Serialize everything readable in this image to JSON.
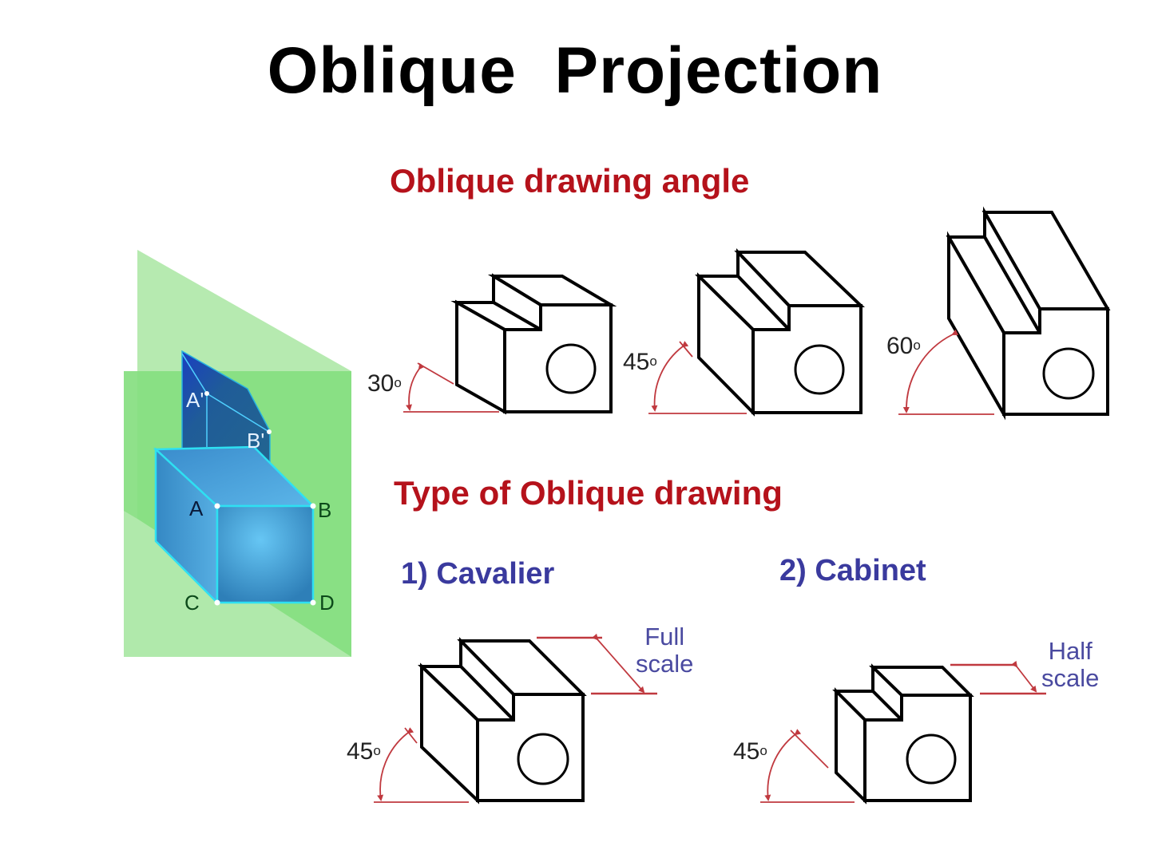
{
  "title": "Oblique  Projection",
  "sections": {
    "angle": {
      "heading": "Oblique drawing angle",
      "figures": [
        {
          "angle": "30",
          "unit": "o"
        },
        {
          "angle": "45",
          "unit": "o"
        },
        {
          "angle": "60",
          "unit": "o"
        }
      ]
    },
    "types": {
      "heading": "Type of Oblique drawing",
      "items": [
        {
          "label": "1) Cavalier",
          "angle": "45",
          "unit": "o",
          "scale_line1": "Full",
          "scale_line2": "scale"
        },
        {
          "label": "2) Cabinet",
          "angle": "45",
          "unit": "o",
          "scale_line1": "Half",
          "scale_line2": "scale"
        }
      ]
    }
  },
  "projection_figure": {
    "projected_labels": [
      "A'",
      "B'"
    ],
    "cube_labels": [
      "A",
      "B",
      "C",
      "D"
    ]
  },
  "colors": {
    "heading": "#b5121b",
    "subheading": "#3a3a9e",
    "dimension": "#c0393f",
    "plane_light": "#b6eab0",
    "plane_dark": "#7fdc7a",
    "cube": "#4aa6dc",
    "projection": "#1f5f98"
  }
}
